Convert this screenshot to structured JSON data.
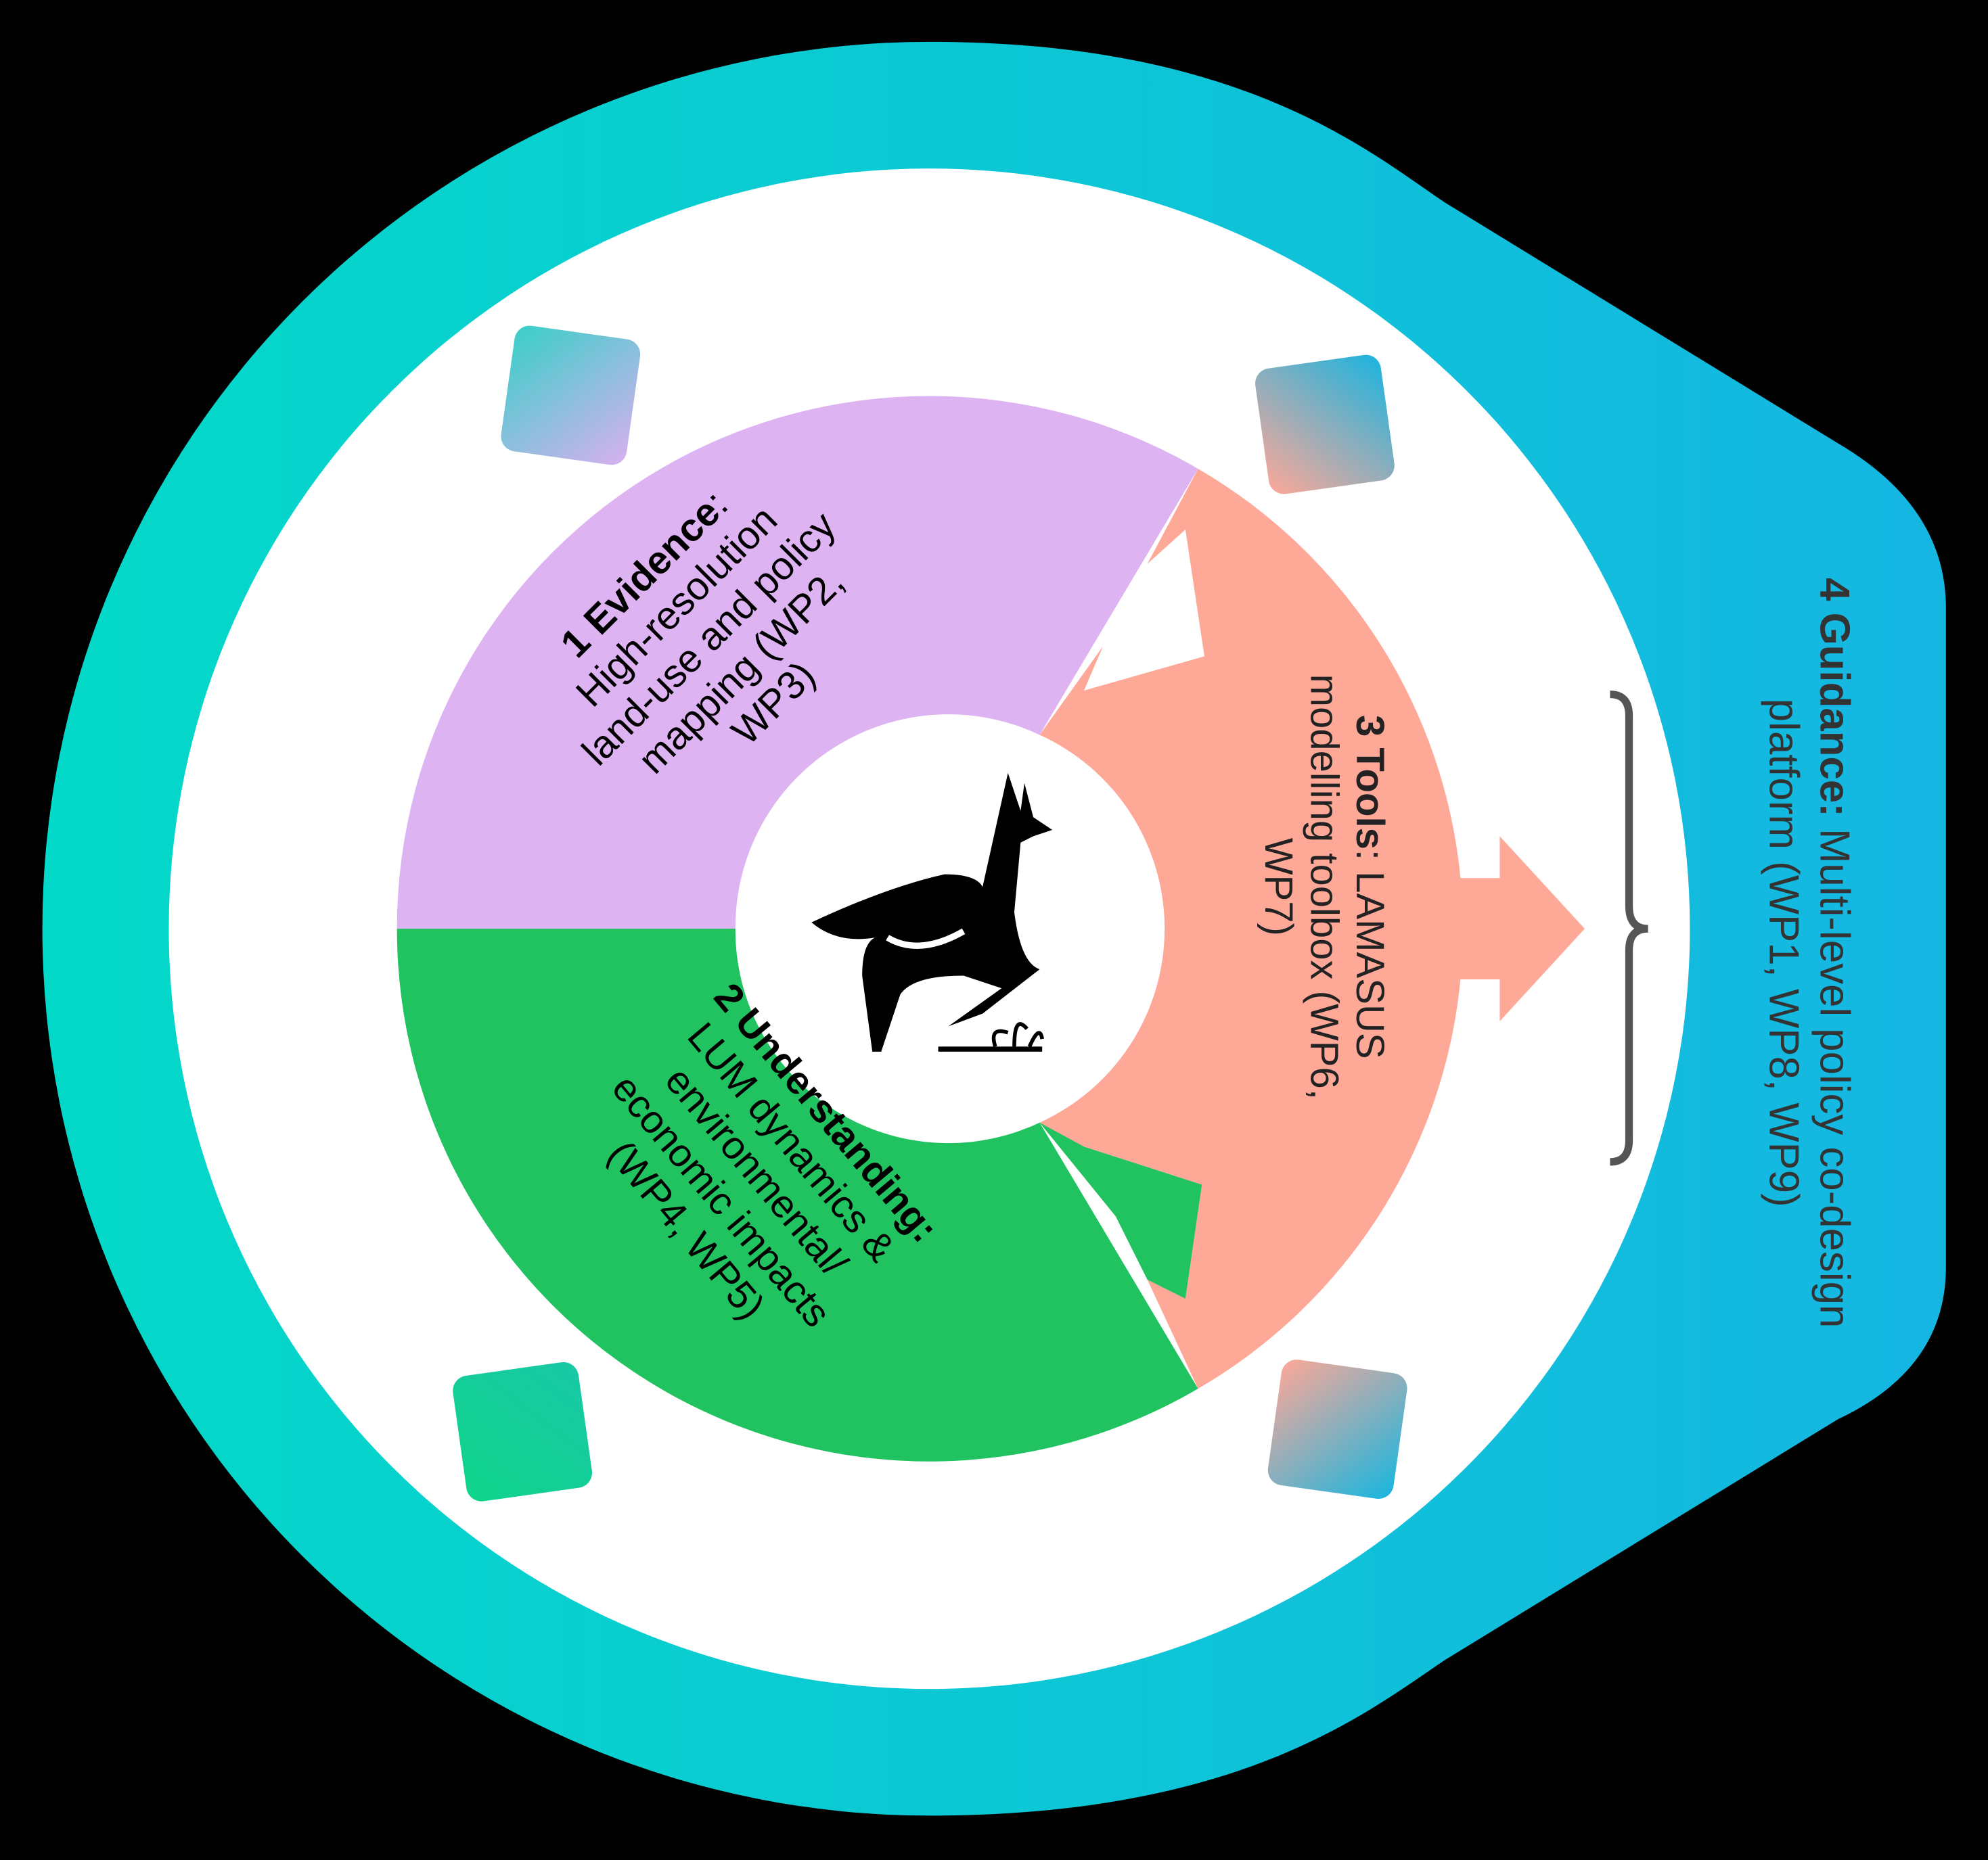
{
  "segments": {
    "evidence": {
      "title": "1 Evidence",
      "colon": ":",
      "lines": [
        "High-resolution",
        "land-use and policy",
        "mapping (WP2,",
        "WP3)"
      ],
      "color": "#deb3f2"
    },
    "understanding": {
      "title": "2 Understanding:",
      "lines": [
        "LUM dynamics &",
        "environmental/",
        "economic impacts",
        "(WP4, WP5)"
      ],
      "color": "#20c35f"
    },
    "tools": {
      "title": "3 Tools",
      "rest": ": LAMASUS",
      "lines": [
        "modelling toolbox (WP6,",
        "WP7)"
      ],
      "color": "#fea898"
    },
    "guidance": {
      "title": "4 Guidance:",
      "rest": " Multi-level policy co-design",
      "lines": [
        "platform (WP1, WP8, WP9)"
      ]
    }
  },
  "colors": {
    "outer_start": "#03d9c8",
    "outer_end": "#15b6e2",
    "text": "#000000",
    "guidance_text": "#333333"
  },
  "icons": [
    "deer-logo-icon",
    "double-arrow-icon",
    "brace-icon",
    "right-arrow-icon"
  ]
}
